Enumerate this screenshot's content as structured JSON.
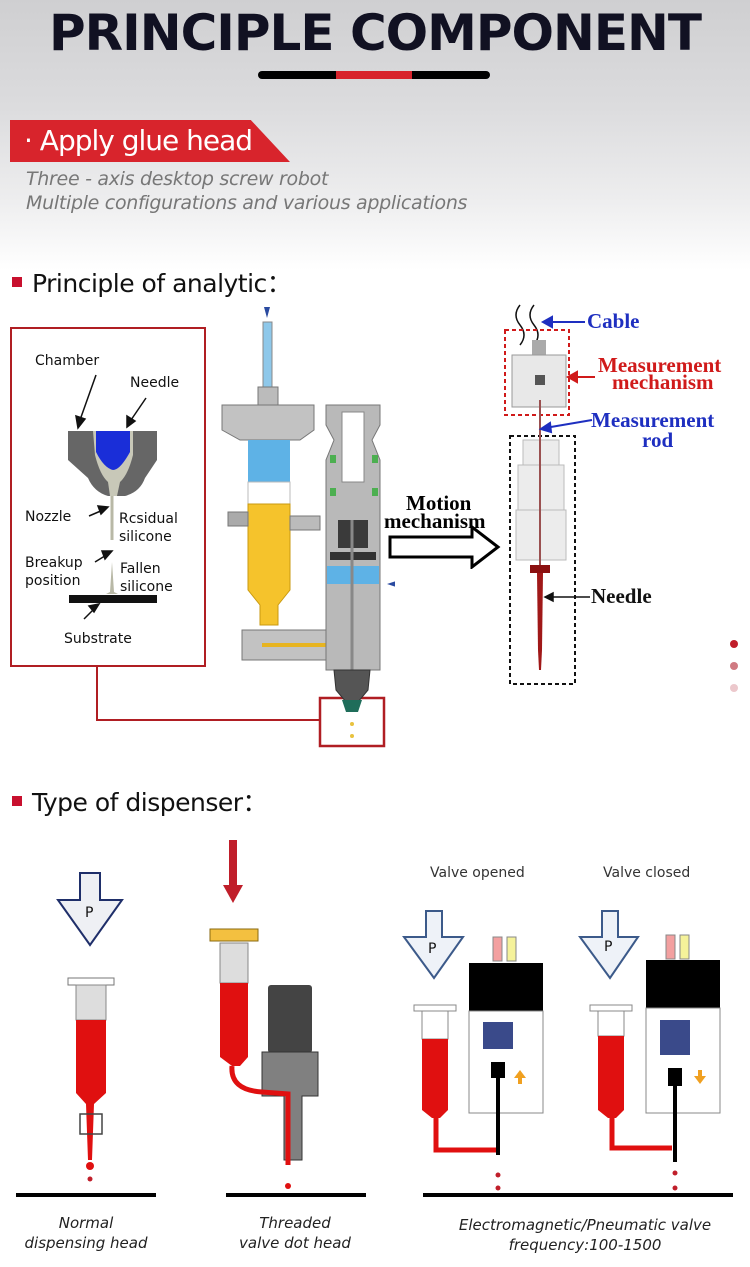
{
  "header": {
    "title": "PRINCIPLE COMPONENT",
    "tag_label": "· Apply glue head",
    "subtitle_lines": [
      "Three - axis desktop screw robot",
      "Multiple configurations and various applications"
    ],
    "accent_color": "#d8242c"
  },
  "principle": {
    "heading": "Principle of analytic：",
    "nozzle_labels": {
      "chamber": "Chamber",
      "needle": "Needle",
      "nozzle": "Nozzle",
      "residual_1": "Rcsidual",
      "residual_2": "silicone",
      "breakup_1": "Breakup",
      "breakup_2": "position",
      "fallen_1": "Fallen",
      "fallen_2": "silicone",
      "substrate": "Substrate"
    },
    "motion_1": "Motion",
    "motion_2": "mechanism",
    "sensor_labels": {
      "cable": "Cable",
      "measurement_mechanism_1": "Measurement",
      "measurement_mechanism_2": "mechanism",
      "measurement_rod_1": "Measurement",
      "measurement_rod_2": "rod",
      "needle": "Needle"
    }
  },
  "carousel": {
    "dots": 3,
    "active_index": 0
  },
  "dispenser": {
    "heading": "Type of dispenser：",
    "pressure_symbol": "P",
    "valve_opened": "Valve opened",
    "valve_closed": "Valve closed",
    "captions": {
      "normal_1": "Normal",
      "normal_2": "dispensing head",
      "threaded_1": "Threaded",
      "threaded_2": "valve dot head",
      "electro_1": "Electromagnetic/Pneumatic valve",
      "electro_2": "frequency:100-1500"
    }
  }
}
